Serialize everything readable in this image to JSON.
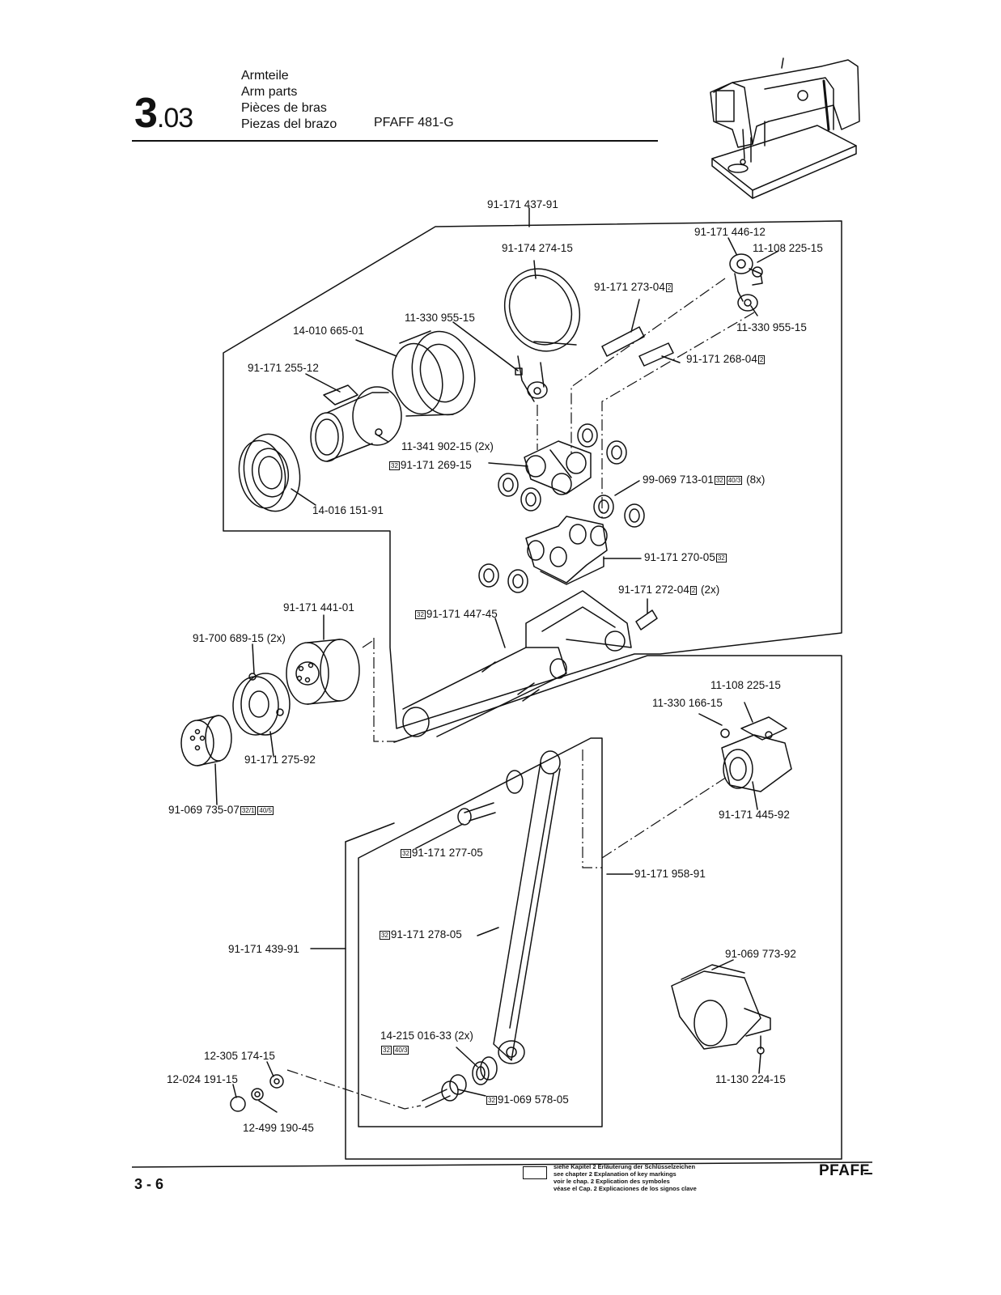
{
  "header": {
    "section_major": "3",
    "section_minor": ".03",
    "titles": [
      "Armteile",
      "Arm parts",
      "Pièces de bras",
      "Piezas del brazo"
    ],
    "model": "PFAFF 481-G"
  },
  "labels": {
    "l1": "91-171 437-91",
    "l2": "91-174 274-15",
    "l3": "91-171 446-12",
    "l4": "11-108 225-15",
    "l5": "91-171 273-04",
    "l5k": "2",
    "l6": "11-330 955-15",
    "l7": "14-010 665-01",
    "l8": "11-330 955-15",
    "l9": "91-171 268-04",
    "l9k": "2",
    "l10": "91-171 255-12",
    "l11": "11-341 902-15 (2x)",
    "l12k": "32",
    "l12": "91-171 269-15",
    "l13": "99-069 713-01",
    "l13k1": "32",
    "l13k2": "40/3",
    "l13s": "(8x)",
    "l14": "14-016 151-91",
    "l15": "91-171 270-05",
    "l15k": "32",
    "l16": "91-171 272-04",
    "l16k": "2",
    "l16s": "(2x)",
    "l17": "91-171 441-01",
    "l18k": "32",
    "l18": "91-171 447-45",
    "l19": "91-700 689-15 (2x)",
    "l20": "11-108 225-15",
    "l21": "11-330 166-15",
    "l22": "91-171 275-92",
    "l23": "91-069 735-07",
    "l23k1": "32/1",
    "l23k2": "40/5",
    "l24": "91-171 445-92",
    "l25k": "32",
    "l25": "91-171 277-05",
    "l26": "91-171 958-91",
    "l27k": "32",
    "l27": "91-171 278-05",
    "l28": "91-171 439-91",
    "l29": "91-069 773-92",
    "l30": "14-215 016-33 (2x)",
    "l30k1": "32",
    "l30k2": "40/3",
    "l31": "12-305 174-15",
    "l32": "12-024 191-15",
    "l33k": "32",
    "l33": "91-069 578-05",
    "l34": "11-130 224-15",
    "l35": "12-499 190-45"
  },
  "footer": {
    "page": "3 - 6",
    "legend": [
      "siehe Kapitel 2 Erläuterung der Schlüsselzeichen",
      "see chapter 2 Explanation of key markings",
      "voir le chap. 2 Explication des symboles",
      "véase el Cap. 2 Explicaciones de los signos clave"
    ],
    "brand": "PFAFF"
  }
}
